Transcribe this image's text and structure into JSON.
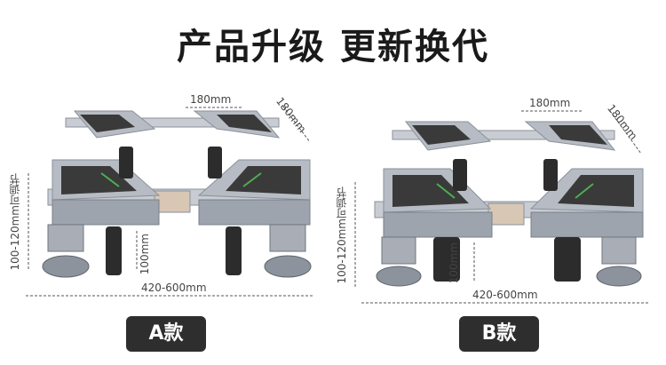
{
  "title": "产品升级 更新换代",
  "products": [
    {
      "badge": "A款",
      "dims": {
        "top_width": "180mm",
        "top_depth": "180mm",
        "height_adjust": "100-120mm可调节",
        "wheel_height": "100mm",
        "total_width": "420-600mm"
      }
    },
    {
      "badge": "B款",
      "dims": {
        "top_width": "180mm",
        "top_depth": "180mm",
        "height_adjust": "100-120mm可调节",
        "wheel_height": "100mm",
        "total_width": "420-600mm"
      }
    }
  ],
  "colors": {
    "frame": "#b7bcc4",
    "frame_dark": "#8a909a",
    "pad": "#3a3a3a",
    "accent": "#4caf50",
    "badge_bg": "#2e2e2e"
  }
}
